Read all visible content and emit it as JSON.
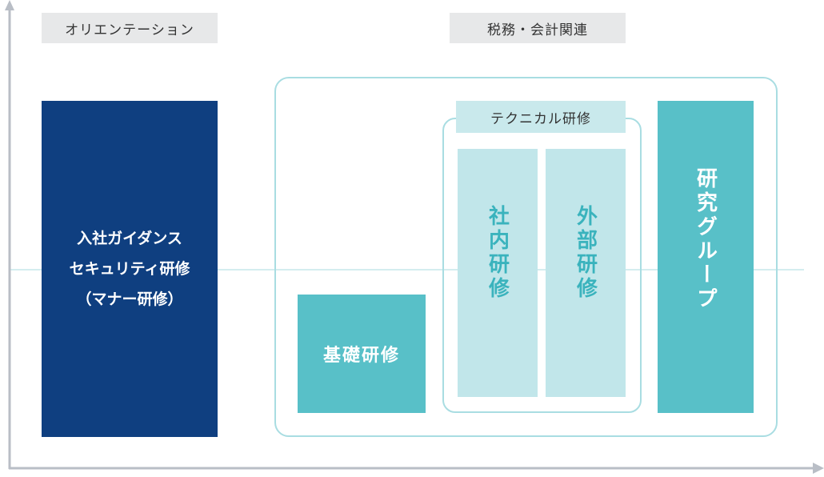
{
  "top_labels": {
    "orientation": "オリエンテーション",
    "tax_accounting": "税務・会計関連"
  },
  "blocks": {
    "induction": {
      "line1": "入社ガイダンス",
      "line2": "セキュリティ研修",
      "line3": "（マナー研修）"
    },
    "basic_training": "基礎研修",
    "technical_training": {
      "label": "テクニカル研修",
      "internal": "社内研修",
      "external": "外部研修"
    },
    "research_group": "研究グループ"
  },
  "colors": {
    "navy": "#0f3f80",
    "teal": "#58c0c8",
    "pale_teal": "#c1e6ea",
    "frame": "#a9dde2",
    "axis": "#b9bec6",
    "tag_bg": "#e7e8e9"
  }
}
